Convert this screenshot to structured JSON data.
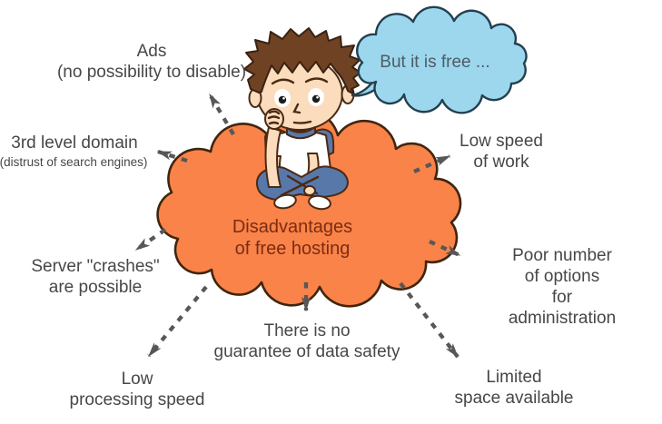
{
  "diagram": {
    "title": "Disadvantages\nof free hosting",
    "bubble_text": "But it is free ...",
    "nodes": {
      "ads": "Ads\n(no possibility to disable)",
      "third_level_domain": "3rd level domain",
      "third_level_domain_note": "(distrust of search engines)",
      "low_speed": "Low speed\nof work",
      "server_crashes": "Server \"crashes\"\nare possible",
      "poor_options": "Poor number of options\nfor administration",
      "data_safety": "There is no\nguarantee of data safety",
      "processing_speed": "Low\nprocessing speed",
      "limited_space": "Limited\nspace available"
    },
    "colors": {
      "cloud_fill": "#f98348",
      "cloud_outline": "#40250f",
      "bubble_fill": "#9cd7ee",
      "bubble_outline": "#24404f",
      "label_text": "#474747",
      "title_text": "#7c2c12",
      "bubble_text": "#4f5b64",
      "arrow": "#575757"
    }
  }
}
